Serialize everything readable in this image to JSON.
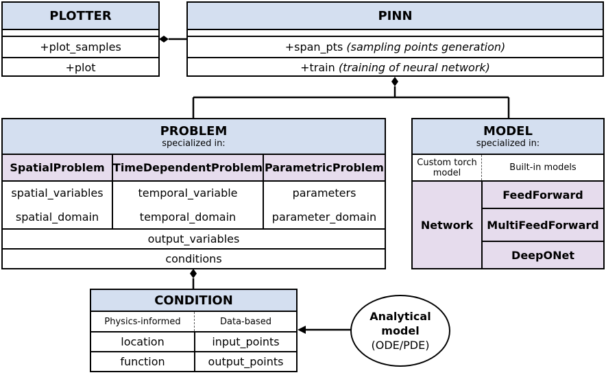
{
  "plotter": {
    "title": "PLOTTER",
    "methods": [
      "+plot_samples",
      "+plot"
    ]
  },
  "pinn": {
    "title": "PINN",
    "methods": [
      {
        "name": "+span_pts",
        "desc": "(sampling points generation)"
      },
      {
        "name": "+train",
        "desc": "(training of neural network)"
      }
    ]
  },
  "problem": {
    "title": "PROBLEM",
    "subtitle": "specialized in:",
    "columns": [
      {
        "header": "SpatialProblem",
        "rows": [
          "spatial_variables",
          "spatial_domain"
        ]
      },
      {
        "header": "TimeDependentProblem",
        "rows": [
          "temporal_variable",
          "temporal_domain"
        ]
      },
      {
        "header": "ParametricProblem",
        "rows": [
          "parameters",
          "parameter_domain"
        ]
      }
    ],
    "shared_rows": [
      "output_variables",
      "conditions"
    ]
  },
  "model": {
    "title": "MODEL",
    "subtitle": "specialized in:",
    "custom_label": "Custom torch model",
    "builtin_label": "Built-in models",
    "network_label": "Network",
    "builtin": [
      "FeedForward",
      "MultiFeedForward",
      "DeepONet"
    ]
  },
  "condition": {
    "title": "CONDITION",
    "col_headers": [
      "Physics-informed",
      "Data-based"
    ],
    "rows": [
      [
        "location",
        "input_points"
      ],
      [
        "function",
        "output_points"
      ]
    ]
  },
  "analytical": {
    "line1": "Analytical",
    "line2": "model",
    "line3": "(ODE/PDE)"
  }
}
